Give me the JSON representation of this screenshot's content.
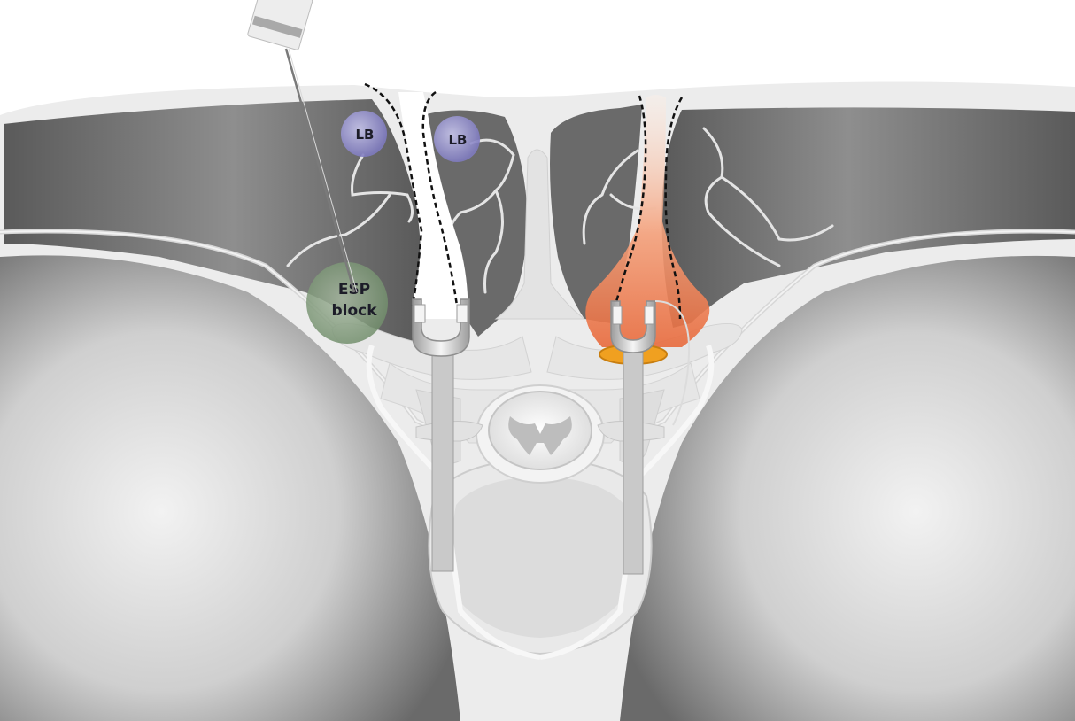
{
  "labels": {
    "lb_left": "LB",
    "lb_right": "LB",
    "esp_line1": "ESP",
    "esp_line2": "block"
  },
  "colors": {
    "muscle_dark": "#5e5e5e",
    "muscle_light": "#9a9a9a",
    "bone": "#e6e6e6",
    "background_tissue": "#ececec",
    "lb_circle": "#8a86c8",
    "esp_circle": "#7f9a78",
    "injectate_warm": "#f08a5a",
    "ring_orange": "#f0a020"
  },
  "icons": [
    "needle-probe",
    "screw-implant",
    "spinal-cord"
  ]
}
